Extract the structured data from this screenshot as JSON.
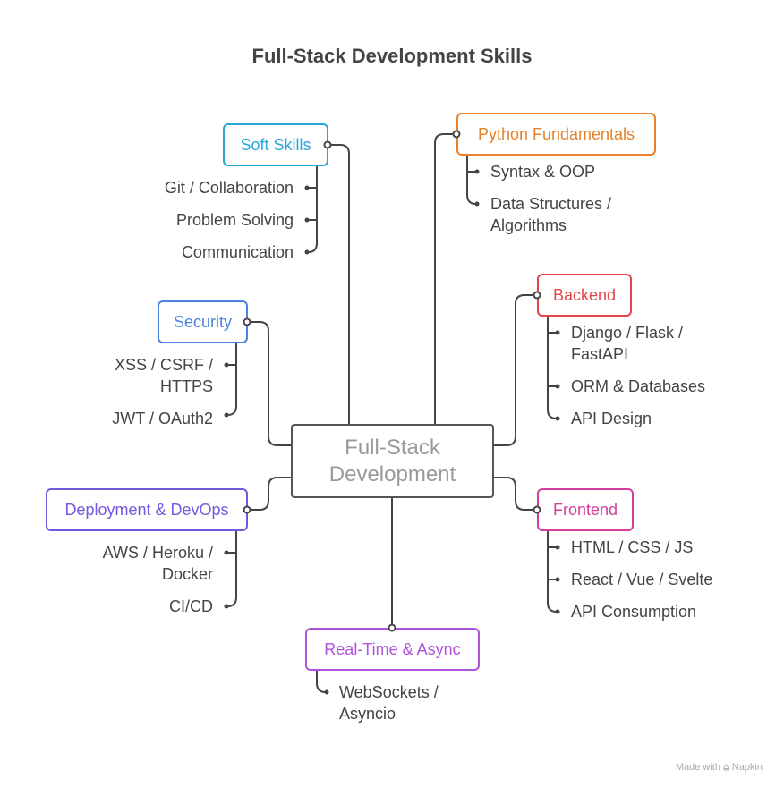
{
  "title": "Full-Stack Development Skills",
  "center": {
    "line1": "Full-Stack",
    "line2": "Development"
  },
  "branches": {
    "soft": {
      "label": "Soft Skills",
      "color": "#27a7d8",
      "items": [
        "Git / Collaboration",
        "Problem Solving",
        "Communication"
      ]
    },
    "python": {
      "label": "Python Fundamentals",
      "color": "#e5822a",
      "items": [
        "Syntax & OOP",
        "Data Structures /",
        "Algorithms"
      ]
    },
    "backend": {
      "label": "Backend",
      "color": "#e4474a",
      "items": [
        "Django / Flask /",
        "FastAPI",
        "ORM & Databases",
        "API Design"
      ]
    },
    "security": {
      "label": "Security",
      "color": "#4a84dd",
      "items": [
        "XSS / CSRF /",
        "HTTPS",
        "JWT / OAuth2"
      ]
    },
    "devops": {
      "label": "Deployment & DevOps",
      "color": "#7558dc",
      "items": [
        "AWS / Heroku /",
        "Docker",
        "CI/CD"
      ]
    },
    "frontend": {
      "label": "Frontend",
      "color": "#d43d9d",
      "items": [
        "HTML / CSS / JS",
        "React / Vue / Svelte",
        "API Consumption"
      ]
    },
    "realtime": {
      "label": "Real-Time & Async",
      "color": "#b152dd",
      "items": [
        "WebSockets /",
        "Asyncio"
      ]
    }
  },
  "footer": "Made with ⩠ Napkin"
}
